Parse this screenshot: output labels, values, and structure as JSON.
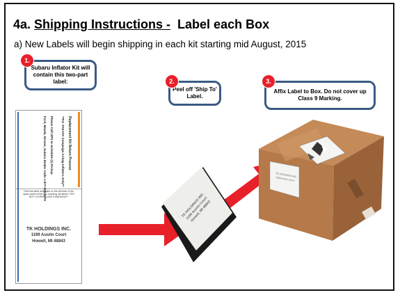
{
  "slide": {
    "title_prefix": "4a. ",
    "title_underlined": "Shipping Instructions -",
    "title_suffix": "Label each Box",
    "subtitle": "a) New Labels will begin shipping in each kit starting mid August, 2015"
  },
  "callouts": [
    {
      "number": "1.",
      "text": "Subaru Inflator Kit will contain this two-part label:"
    },
    {
      "number": "2.",
      "text": "Peel off 'Ship To' Label."
    },
    {
      "number": "3.",
      "text": "Affix Label to Box. Do not cover up Class 9 Marking."
    }
  ],
  "label": {
    "return_lines": [
      "Replacement Kit Return Process",
      "**For TAKATA Campaign Airbag Inflators Only**",
      "Please Call UPS to Schedule (1) Pickup",
      "Ford, Mazda, Nissan, Subaru Dealer Calls 1-877-650-5678"
    ],
    "instructions": "Peel this label and place on the left side of the upper panel of the box covering old labels **DO NOT COVER CLASS 9 MARKING**",
    "address": [
      "TK HOLDINGS INC.",
      "1199 Austin Court",
      "Howell, MI 48843"
    ]
  },
  "colors": {
    "arrow": "#e8202a",
    "callout_border": "#3a5a84",
    "badge": "#e8202a",
    "box": "#b5794a"
  }
}
